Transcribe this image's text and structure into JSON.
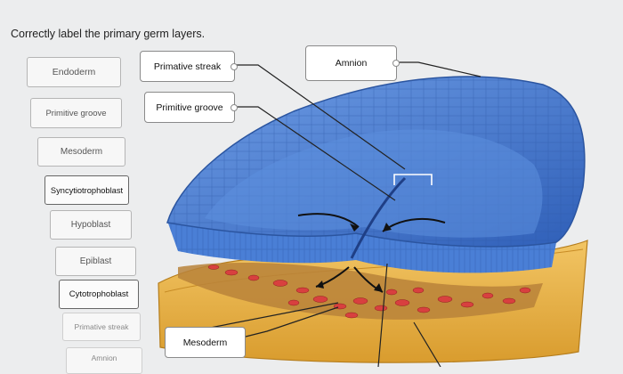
{
  "question": {
    "prompt": "Correctly label the primary germ layers."
  },
  "label_bank": [
    {
      "id": "endoderm",
      "label": "Endoderm"
    },
    {
      "id": "primitive-groove",
      "label": "Primitive groove"
    },
    {
      "id": "mesoderm",
      "label": "Mesoderm"
    },
    {
      "id": "syncytiotrophoblast",
      "label": "Syncytiotrophoblast"
    },
    {
      "id": "hypoblast",
      "label": "Hypoblast"
    },
    {
      "id": "epiblast",
      "label": "Epiblast"
    },
    {
      "id": "cytotrophoblast",
      "label": "Cytotrophoblast"
    },
    {
      "id": "primative-streak",
      "label": "Primative streak"
    },
    {
      "id": "amnion",
      "label": "Amnion"
    }
  ],
  "placed_labels": {
    "primative_streak": "Primative streak",
    "primitive_groove": "Primitive groove",
    "amnion": "Amnion",
    "mesoderm": "Mesoderm"
  },
  "colors": {
    "ectoderm_blue": "#4a7fd6",
    "amnion_blue": "#3d6fc7",
    "yolk_yellow": "#e8b24a",
    "mesoderm_red": "#d8403f"
  }
}
